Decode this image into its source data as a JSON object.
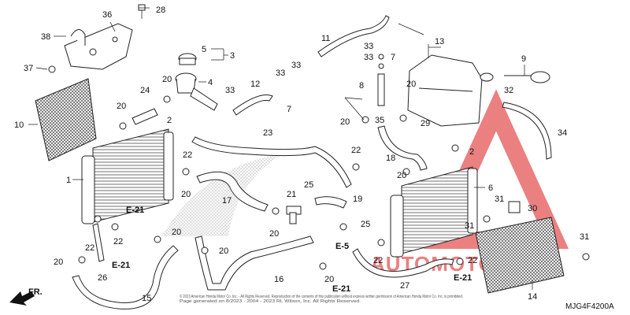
{
  "labels": {
    "n1": "1",
    "n2a": "2",
    "n2b": "2",
    "n3": "3",
    "n4": "4",
    "n5": "5",
    "n6": "6",
    "n7a": "7",
    "n7b": "7",
    "n8": "8",
    "n9": "9",
    "n10": "10",
    "n11": "11",
    "n12": "12",
    "n13": "13",
    "n14": "14",
    "n15": "15",
    "n16": "16",
    "n17": "17",
    "n18": "18",
    "n19": "19",
    "n20a": "20",
    "n20b": "20",
    "n20c": "20",
    "n20d": "20",
    "n20e": "20",
    "n20f": "20",
    "n20g": "20",
    "n20h": "20",
    "n20i": "20",
    "n20j": "20",
    "n20k": "20",
    "n21": "21",
    "n22a": "22",
    "n22b": "22",
    "n22c": "22",
    "n22d": "22",
    "n22e": "22",
    "n22f": "22",
    "n23": "23",
    "n24": "24",
    "n25a": "25",
    "n25b": "25",
    "n26": "26",
    "n27": "27",
    "n28": "28",
    "n29": "29",
    "n30": "30",
    "n31a": "31",
    "n31b": "31",
    "n31c": "31",
    "n32": "32",
    "n33a": "33",
    "n33b": "33",
    "n33c": "33",
    "n33d": "33",
    "n34": "34",
    "n35": "35",
    "n36": "36",
    "n37": "37",
    "n38": "38"
  },
  "refs": {
    "e21a": "E-21",
    "e21b": "E-21",
    "e21c": "E-21",
    "e21d": "E-21",
    "e5": "E-5"
  },
  "fr_label": "FR.",
  "diagram_code": "MJG4F4200A",
  "watermark_text": "AUTOMOTOHUB",
  "copyright_line1": "© 2023 American Honda Motor Co. Inc. - All Rights Reserved. Reproduction of the contents of this publication without express written permission of American Honda Motor Co. Inc. is prohibited.",
  "copyright_line2": "Page generated on 8/2023 - 2004 - 2023 RL Wilson, Inc. All Rights Reserved.",
  "colors": {
    "ink": "#111111",
    "watermark": "#e86a6a",
    "mesh": "#333333"
  }
}
